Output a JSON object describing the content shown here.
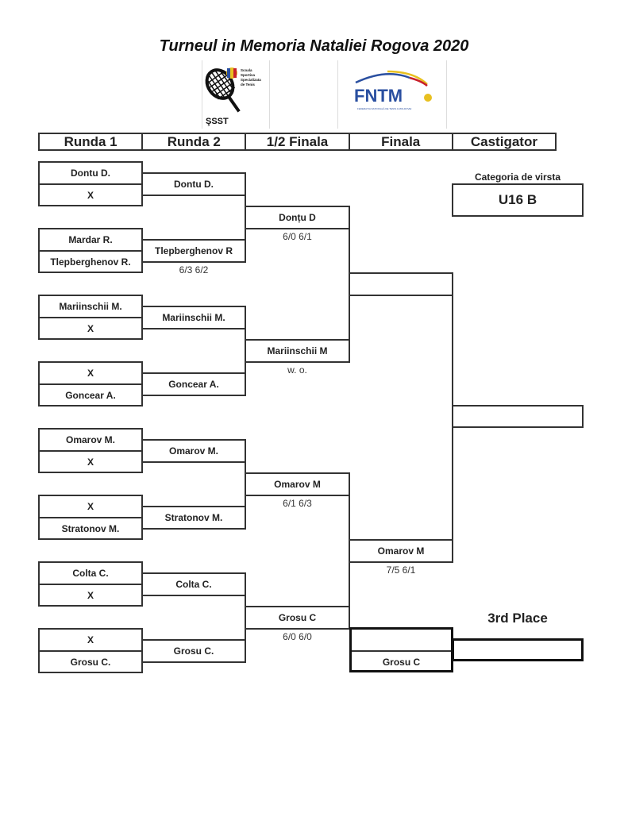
{
  "title": "Turneul in Memoria Nataliei Rogova 2020",
  "logos": {
    "left": {
      "icon": "tennis-racket-logo",
      "text_lines": [
        "Scoala",
        "Sportiva",
        "Specializata",
        "de Tenis"
      ],
      "abbr": "ŞSST"
    },
    "right": {
      "icon": "fntm-logo",
      "abbr": "FNTM",
      "subtitle": "FEDERAȚIA NAȚIONALĂ DE TENIS A MOLDOVEI"
    }
  },
  "headers": [
    "Runda 1",
    "Runda 2",
    "1/2 Finala",
    "Finala",
    "Castigator"
  ],
  "category": {
    "label": "Categoria de virsta",
    "value": "U16 B"
  },
  "round1": [
    [
      "Dontu D.",
      "X"
    ],
    [
      "Mardar R.",
      "Tlepberghenov R."
    ],
    [
      "Mariinschii M.",
      "X"
    ],
    [
      "X",
      "Goncear A."
    ],
    [
      "Omarov M.",
      "X"
    ],
    [
      "X",
      "Stratonov M."
    ],
    [
      "Colta C.",
      "X"
    ],
    [
      "X",
      "Grosu C."
    ]
  ],
  "round2": [
    {
      "name": "Dontu D.",
      "score": ""
    },
    {
      "name": "Tlepberghenov R",
      "score": "6/3  6/2"
    },
    {
      "name": "Mariinschii M.",
      "score": ""
    },
    {
      "name": "Goncear A.",
      "score": ""
    },
    {
      "name": "Omarov M.",
      "score": ""
    },
    {
      "name": "Stratonov M.",
      "score": ""
    },
    {
      "name": "Colta C.",
      "score": ""
    },
    {
      "name": "Grosu C.",
      "score": ""
    }
  ],
  "semis": [
    {
      "name": "Donțu D",
      "score": "6/0  6/1"
    },
    {
      "name": "Mariinschii M",
      "score": "w. o."
    },
    {
      "name": "Omarov M",
      "score": "6/1  6/3"
    },
    {
      "name": "Grosu C",
      "score": "6/0  6/0"
    }
  ],
  "final": [
    {
      "name": "",
      "score": ""
    },
    {
      "name": "Omarov M",
      "score": "7/5  6/1"
    }
  ],
  "winner": "",
  "third_place": {
    "label": "3rd Place",
    "players": [
      "",
      "Grosu C"
    ],
    "winner": ""
  }
}
